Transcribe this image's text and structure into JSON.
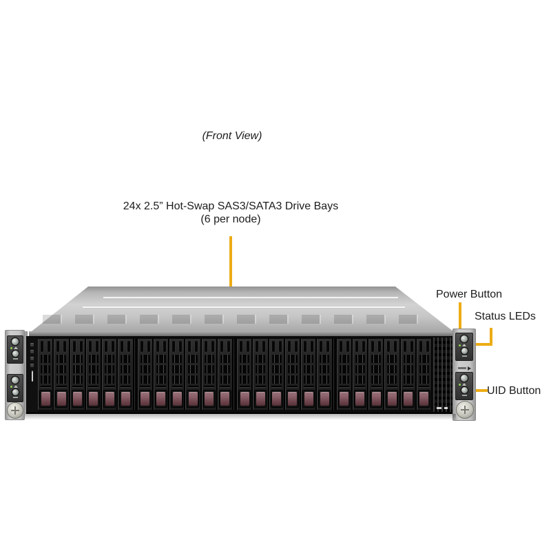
{
  "figure": {
    "view_label": "(Front View)",
    "callout_color": "#EDAC15"
  },
  "annotations": {
    "drive_bays_line1": "24x 2.5” Hot-Swap SAS3/SATA3 Drive Bays",
    "drive_bays_line2": "(6 per node)",
    "power_button": "Power Button",
    "status_leds": "Status LEDs",
    "uid_button": "UID Button"
  },
  "chassis": {
    "description": "2U server chassis front panel",
    "drive_bays": {
      "count": 24,
      "per_group": 6,
      "groups": 4
    },
    "left_ear": {
      "control_panels": 2,
      "thumbscrew": true
    },
    "right_ear": {
      "control_panels": 2,
      "thumbscrew": true
    },
    "colors": {
      "lid": "#c6c6c6",
      "bezel": "#0b0b0b",
      "tray": "#232323",
      "latch": "#8a5f68",
      "ear": "#c6c6c6",
      "callout": "#EDAC15"
    }
  }
}
